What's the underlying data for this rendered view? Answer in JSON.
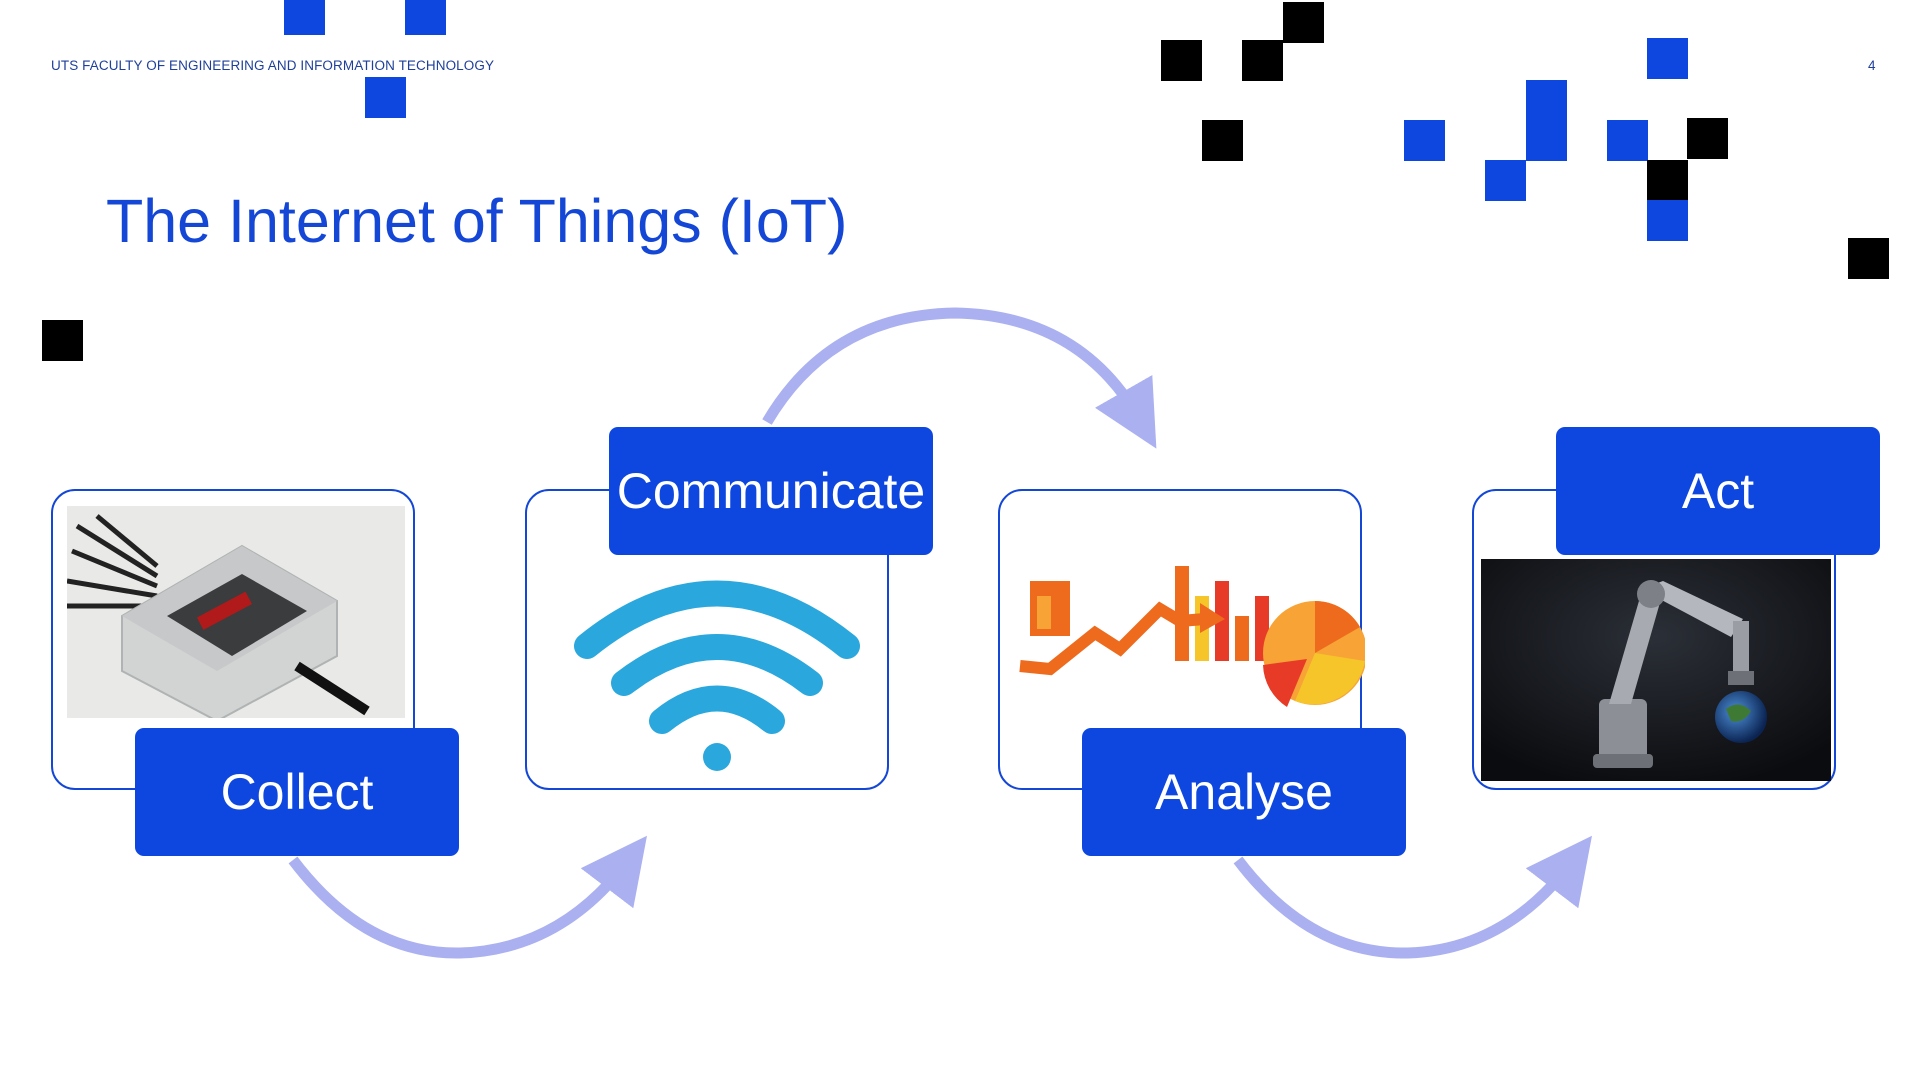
{
  "header": {
    "faculty": "UTS FACULTY OF ENGINEERING AND INFORMATION TECHNOLOGY",
    "page_number": "4"
  },
  "slide": {
    "title": "The Internet of Things (IoT)"
  },
  "steps": [
    {
      "label": "Collect",
      "image": "sensor-box-photo"
    },
    {
      "label": "Communicate",
      "image": "wifi-icon"
    },
    {
      "label": "Analyse",
      "image": "analytics-charts-icon"
    },
    {
      "label": "Act",
      "image": "robot-arm-earth-photo"
    }
  ],
  "colors": {
    "brand_blue": "#0d47e0",
    "title_blue": "#1447d6",
    "arrow": "#aab0f0",
    "wifi": "#2aa7dd"
  }
}
